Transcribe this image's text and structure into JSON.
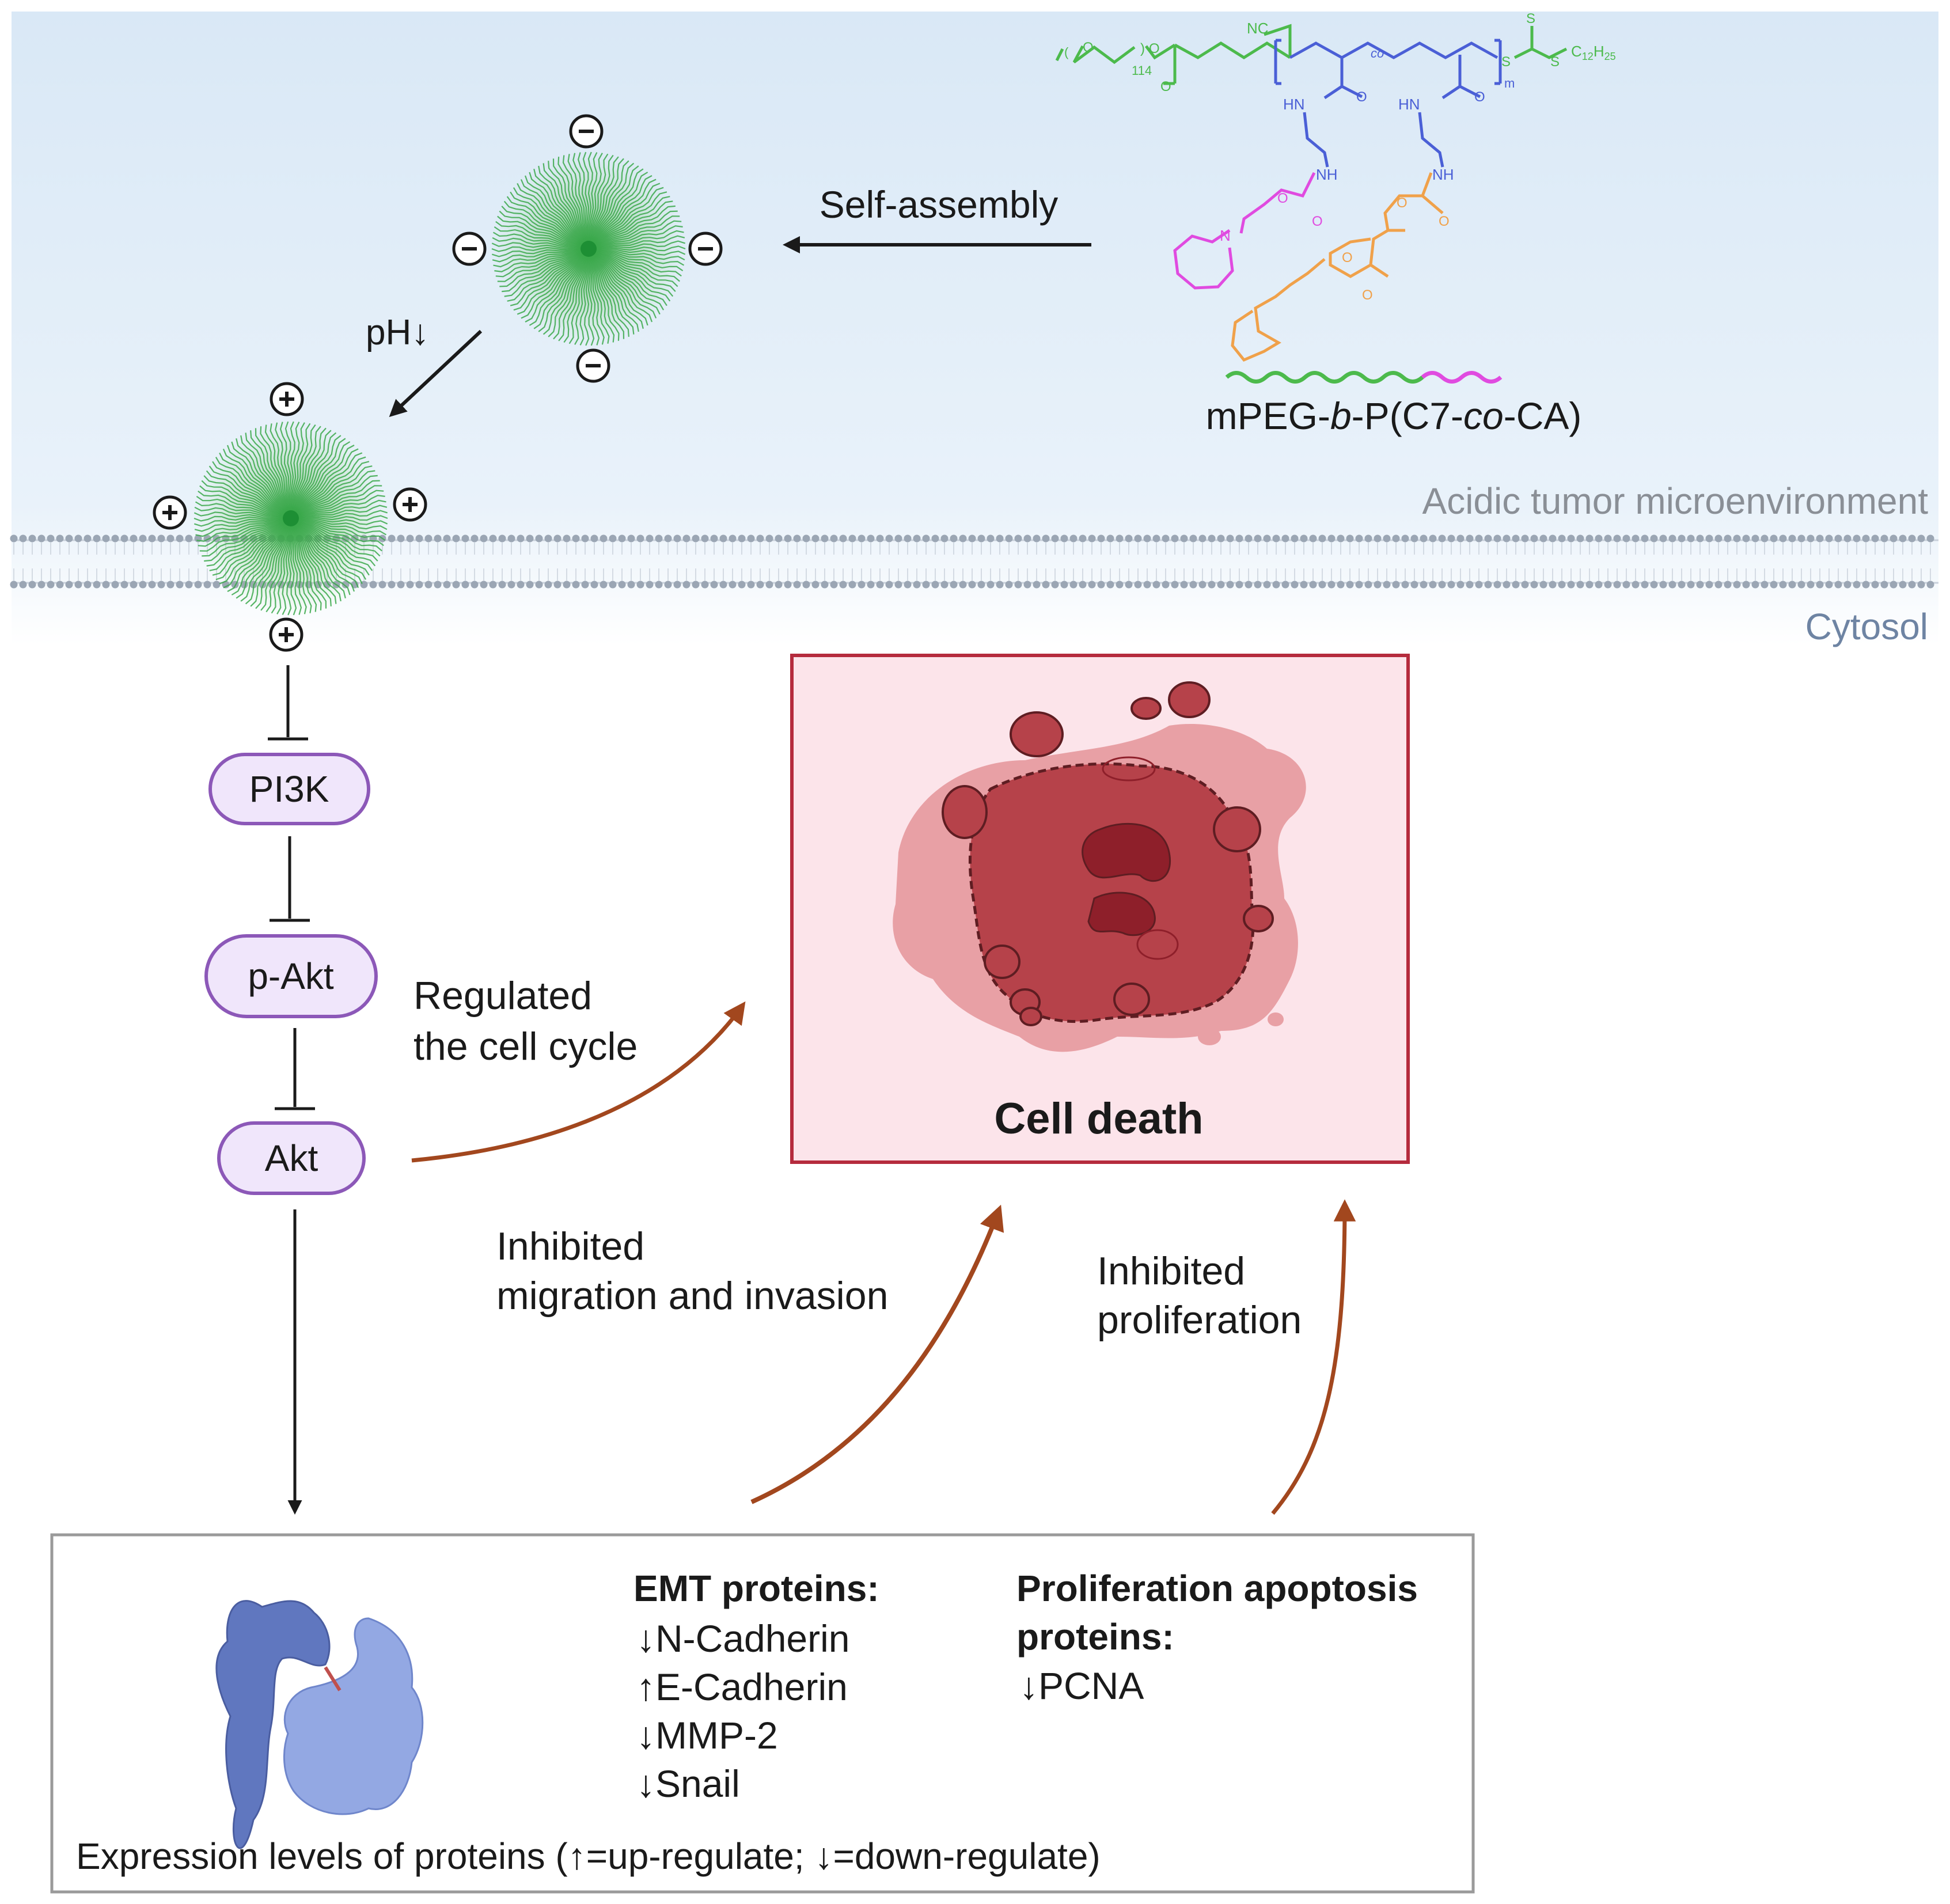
{
  "regions": {
    "upper_label": "Acidic tumor microenvironment",
    "lower_label": "Cytosol"
  },
  "polymer": {
    "name_parts": [
      "mPEG-",
      "b",
      "-P(C7-",
      "co",
      "-CA)"
    ],
    "chem_labels": {
      "nc": "NC",
      "peg_repeat": "114",
      "co": "co",
      "m": "m",
      "c12h25": "C",
      "c12h25_sub1": "12",
      "c12h25_h": "H",
      "c12h25_sub2": "25",
      "hn": "HN",
      "nh": "NH",
      "n": "N",
      "o": "O",
      "s": "S"
    },
    "colors": {
      "peg": "#4cba4c",
      "backbone": "#4a5fd6",
      "c7": "#e04be0",
      "ca": "#f0a14a"
    }
  },
  "process": {
    "self_assembly": "Self-assembly",
    "ph_label": "pH↓",
    "neg_sign": "−",
    "pos_sign": "+"
  },
  "pathway": {
    "nodes": [
      "PI3K",
      "p-Akt",
      "Akt"
    ]
  },
  "outcome": {
    "label": "Cell death",
    "arrows": {
      "cell_cycle": [
        "Regulated",
        "the cell cycle"
      ],
      "migration": [
        "Inhibited",
        "migration and invasion"
      ],
      "proliferation": [
        "Inhibited",
        "proliferation"
      ]
    }
  },
  "proteins": {
    "emt_title": "EMT proteins:",
    "emt_items": [
      "↓N-Cadherin",
      "↑E-Cadherin",
      "↓MMP-2",
      "↓Snail"
    ],
    "prolif_title_lines": [
      "Proliferation apoptosis",
      "proteins:"
    ],
    "prolif_items": [
      "↓PCNA"
    ],
    "footer": "Expression levels of proteins  (↑=up-regulate;  ↓=down-regulate)"
  },
  "colors": {
    "node_fill": "#f0e6fb",
    "node_stroke": "#8c58b8",
    "cell_box_fill": "#fce4ea",
    "cell_box_stroke": "#b52b3d",
    "arrow_brown": "#a2471e",
    "micelle_green": "#3aa84a",
    "membrane": "#9ba6b4",
    "sky_top": "#d9e8f6"
  }
}
